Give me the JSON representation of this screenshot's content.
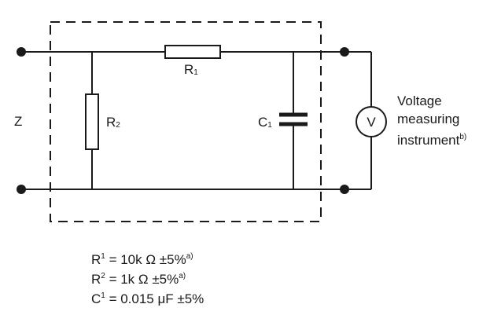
{
  "labels": {
    "z": "Z",
    "r1": {
      "main": "R",
      "sub": "1"
    },
    "r2": {
      "main": "R",
      "sub": "2"
    },
    "c1": {
      "main": "C",
      "sub": "1"
    },
    "meter_symbol": "V",
    "meter_line1": "Voltage",
    "meter_line2": "measuring",
    "meter_line3_main": "instrument",
    "meter_line3_sup": "b)"
  },
  "notes": [
    {
      "sym": "R",
      "sup": "1",
      "value": " = 10k Ω ±5%",
      "ref": "a)"
    },
    {
      "sym": "R",
      "sup": "2",
      "value": " = 1k Ω ±5%",
      "ref": "a)"
    },
    {
      "sym": "C",
      "sup": "1",
      "value": " = 0.015 μF ±5%",
      "ref": ""
    }
  ],
  "colors": {
    "line": "#1a1a1a"
  }
}
